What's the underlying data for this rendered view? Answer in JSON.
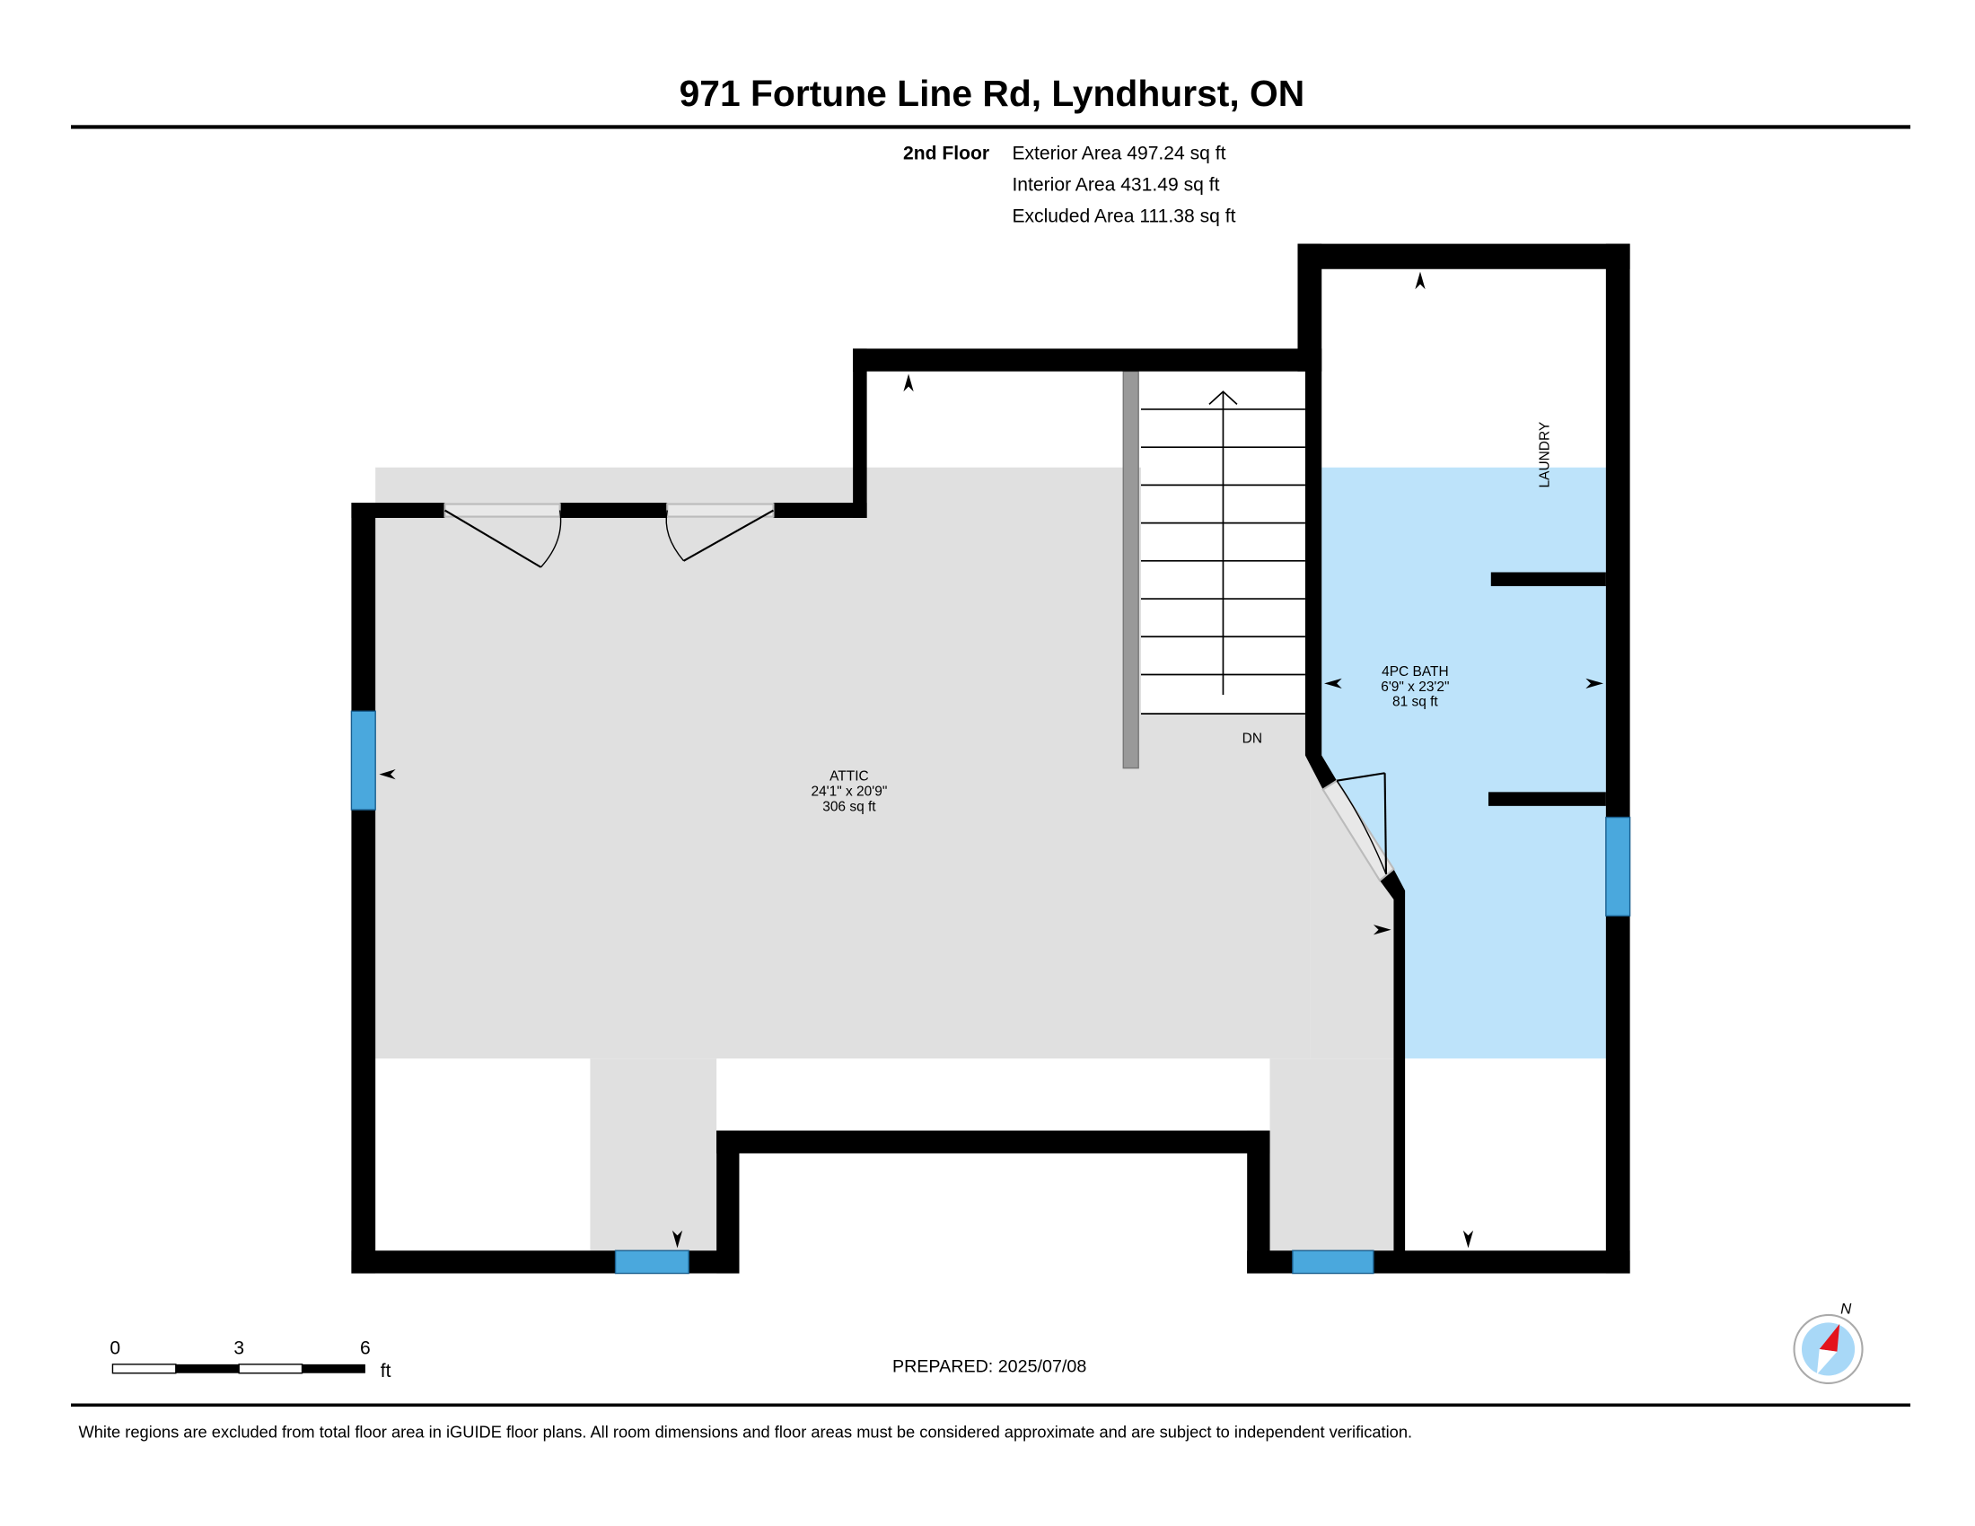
{
  "title": "971 Fortune Line Rd, Lyndhurst, ON",
  "floor": {
    "name": "2nd Floor",
    "exterior_area": "Exterior Area 497.24 sq ft",
    "interior_area": "Interior Area 431.49 sq ft",
    "excluded_area": "Excluded Area 111.38 sq ft"
  },
  "rooms": [
    {
      "name": "ATTIC",
      "dims": "24'1\" x 20'9\"",
      "area": "306 sq ft"
    },
    {
      "name": "4PC BATH",
      "dims": "6'9\" x 23'2\"",
      "area": "81 sq ft"
    },
    {
      "name": "LAUNDRY"
    }
  ],
  "stairs_label": "DN",
  "scale": {
    "ticks": [
      "0",
      "3",
      "6"
    ],
    "unit": "ft"
  },
  "prepared": "PREPARED: 2025/07/08",
  "compass_label": "N",
  "footer": "White regions are excluded from total floor area in iGUIDE floor plans. All room dimensions and floor areas must be considered approximate and are subject to independent verification.",
  "colors": {
    "wall": "#000000",
    "included": "#e0e0e0",
    "bath": "#bde3fa",
    "window": "#4aa8dd"
  }
}
